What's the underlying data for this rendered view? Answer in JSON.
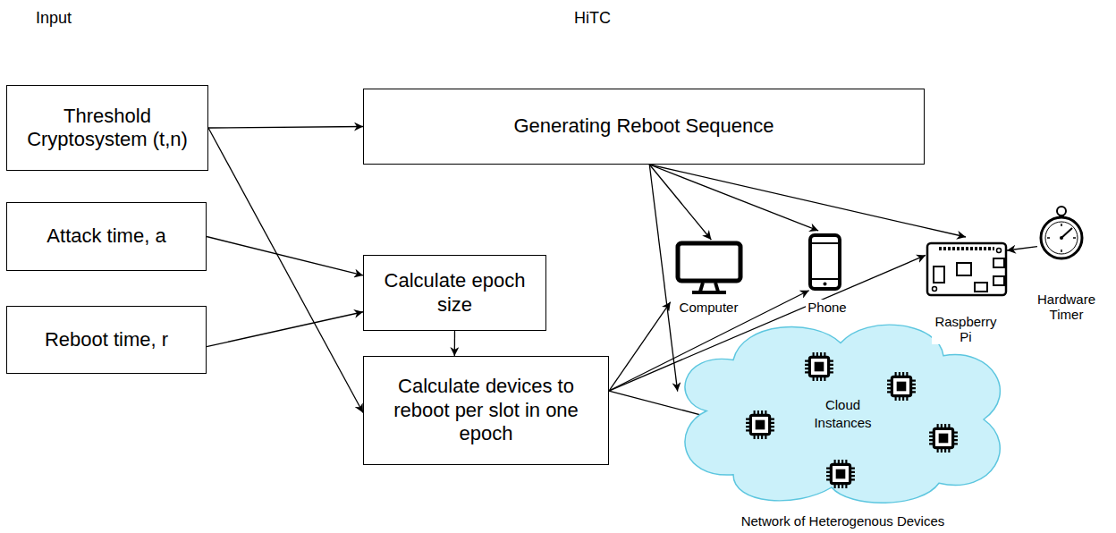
{
  "diagram": {
    "nodes": [
      {
        "text": [
          "Threshold Cryptosystem (t,n)"
        ]
      },
      {
        "text": [
          "Attack time, a"
        ]
      },
      {
        "text": [
          "Reboot time, r"
        ]
      },
      {
        "text": [
          "Generating Reboot Sequence"
        ]
      },
      {
        "text": [
          "Calculate epoch size"
        ]
      },
      {
        "text": [
          "Calculate devices to reboot per slot in one epoch"
        ]
      },
      {
        "text": [
          "Computer"
        ]
      },
      {
        "text": [
          "Phone"
        ]
      },
      {
        "text": [
          "Raspberry Pi"
        ]
      },
      {
        "text": [
          "Hardware Timer"
        ]
      },
      {
        "text": [
          "Cloud Instances",
          "Network of Heterogenous Devices"
        ]
      }
    ],
    "edges": [
      {
        "from": 0,
        "to": 3,
        "arrow": "to"
      },
      {
        "from": 0,
        "to": 5,
        "arrow": "to"
      },
      {
        "from": 1,
        "to": 4,
        "arrow": "to"
      },
      {
        "from": 2,
        "to": 4,
        "arrow": "to"
      },
      {
        "from": 4,
        "to": 5,
        "arrow": "to"
      },
      {
        "from": 3,
        "to": 6,
        "arrow": "to"
      },
      {
        "from": 3,
        "to": 7,
        "arrow": "to"
      },
      {
        "from": 3,
        "to": 8,
        "arrow": "to"
      },
      {
        "from": 3,
        "to": 10,
        "arrow": "to"
      },
      {
        "from": 5,
        "to": 6,
        "arrow": "to"
      },
      {
        "from": 5,
        "to": 7,
        "arrow": "to"
      },
      {
        "from": 5,
        "to": 8,
        "arrow": "to"
      },
      {
        "from": 5,
        "to": 10,
        "arrow": "to"
      },
      {
        "from": 9,
        "to": 8,
        "arrow": "to"
      }
    ],
    "labels": [
      "Input",
      "HiTC"
    ]
  }
}
